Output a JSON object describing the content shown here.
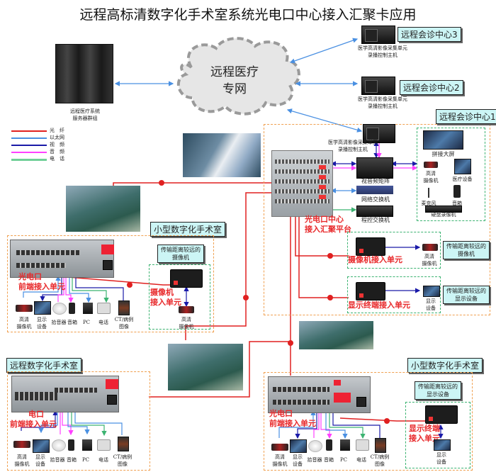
{
  "title": "远程高标清数字化手术室系统光电口中心接入汇聚卡应用",
  "cloud": {
    "line1": "远程医疗",
    "line2": "专网"
  },
  "server": {
    "caption_line1": "远程医疗系统",
    "caption_line2": "服务器群组"
  },
  "legend": [
    {
      "label": "光　纤",
      "color": "#e02020"
    },
    {
      "label": "以太网",
      "color": "#4a90e2"
    },
    {
      "label": "视　频",
      "color": "#1a1aa8"
    },
    {
      "label": "音　频",
      "color": "#ff40ff"
    },
    {
      "label": "电　话",
      "color": "#6fcf97"
    }
  ],
  "centers": [
    {
      "label": "远程会诊中心3",
      "device_line1": "医学高清影像采集单元",
      "device_line2": "录播控制主机"
    },
    {
      "label": "远程会诊中心2",
      "device_line1": "医学高清影像采集单元",
      "device_line2": "录播控制主机"
    },
    {
      "label": "远程会诊中心1",
      "device_line1": "医学高清影像采集单元",
      "device_line2": "录播控制主机"
    }
  ],
  "hub": {
    "label_line1": "光电口中心",
    "label_line2": "接入汇聚平台",
    "matrix": "视音频矩阵",
    "switch": "网络交换机",
    "pbx": "程控交换机",
    "center_devices": {
      "big_screen": "拼接大屏",
      "hd_camera_line1": "高清",
      "hd_camera_line2": "摄像机",
      "medical": "医疗设备",
      "mic": "麦克风",
      "speaker": "音箱",
      "dvr": "硬盘录像机"
    },
    "camera_unit": {
      "label": "摄像机接入单元",
      "device_line1": "高清",
      "device_line2": "摄像机",
      "box": "传输距离较远的\n摄像机"
    },
    "display_unit": {
      "label": "显示终端接入单元",
      "device_line1": "显示",
      "device_line2": "设备",
      "box": "传输距离较远的\n显示设备"
    }
  },
  "rooms": [
    {
      "label": "小型数字化手术室",
      "front_line1": "光电口",
      "front_line2": "前端接入单元",
      "far_box": "传输距离较远的\n摄像机",
      "far_unit_line1": "摄像机",
      "far_unit_line2": "接入单元",
      "far_device_line1": "高清",
      "far_device_line2": "摄像机"
    },
    {
      "label": "远程数字化手术室",
      "front_line1": "电口",
      "front_line2": "前端接入单元"
    },
    {
      "label": "小型数字化手术室",
      "front_line1": "光电口",
      "front_line2": "前端接入单元",
      "far_box": "传输距离较远的\n显示设备",
      "far_unit_line1": "显示终端",
      "far_unit_line2": "接入单元",
      "far_device_line1": "显示",
      "far_device_line2": "设备"
    }
  ],
  "room_devices": [
    {
      "line1": "高清",
      "line2": "摄像机"
    },
    {
      "line1": "显示",
      "line2": "设备"
    },
    {
      "line1": "拾音器",
      "line2": ""
    },
    {
      "line1": "音箱",
      "line2": ""
    },
    {
      "line1": "PC",
      "line2": ""
    },
    {
      "line1": "电话",
      "line2": ""
    },
    {
      "line1": "CT/病例",
      "line2": "图像"
    }
  ]
}
